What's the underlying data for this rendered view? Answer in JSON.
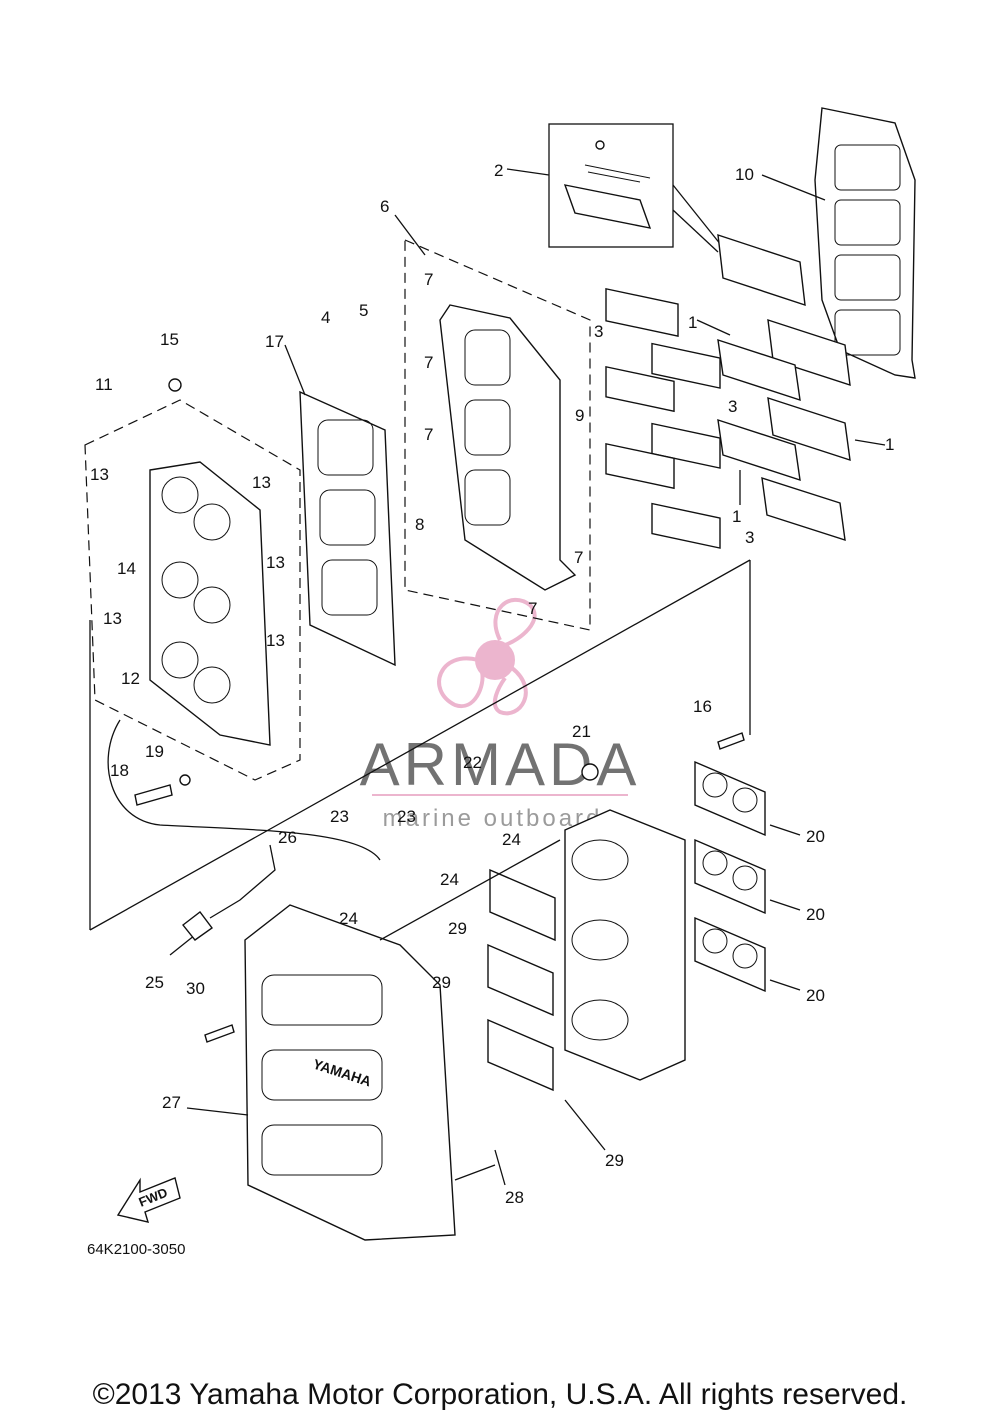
{
  "diagram": {
    "drawing_number": "64K2100-3050",
    "copyright": "©2013 Yamaha Motor Corporation, U.S.A. All rights reserved.",
    "forward_label": "FWD",
    "brand_on_cover": "YAMAHA",
    "watermark": {
      "name": "ARMADA",
      "tagline": "marine outboards",
      "color": "#e9a9c6"
    },
    "callouts": {
      "c1a": "1",
      "c1b": "1",
      "c1c": "1",
      "c2": "2",
      "c3a": "3",
      "c3b": "3",
      "c3c": "3",
      "c4": "4",
      "c5": "5",
      "c6": "6",
      "c7a": "7",
      "c7b": "7",
      "c7c": "7",
      "c7d": "7",
      "c7e": "7",
      "c8": "8",
      "c9": "9",
      "c10": "10",
      "c11": "11",
      "c12": "12",
      "c13a": "13",
      "c13b": "13",
      "c13c": "13",
      "c13d": "13",
      "c13e": "13",
      "c14": "14",
      "c15": "15",
      "c16": "16",
      "c17": "17",
      "c18": "18",
      "c19": "19",
      "c20a": "20",
      "c20b": "20",
      "c20c": "20",
      "c21": "21",
      "c22": "22",
      "c23a": "23",
      "c23b": "23",
      "c24a": "24",
      "c24b": "24",
      "c24c": "24",
      "c25": "25",
      "c26": "26",
      "c27": "27",
      "c28": "28",
      "c29a": "29",
      "c29b": "29",
      "c29c": "29",
      "c30": "30"
    }
  }
}
